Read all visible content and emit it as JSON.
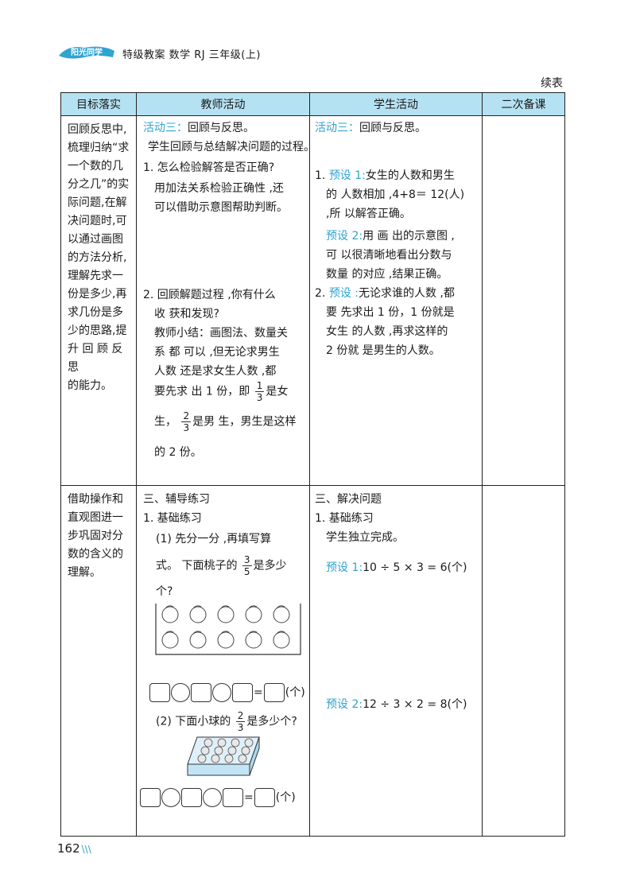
{
  "header": {
    "logo_text": "阳光同学",
    "title": "特级教案  数学  RJ 三年级(上)"
  },
  "continued_label": "续表",
  "table": {
    "headers": [
      "目标落实",
      "教师活动",
      "学生活动",
      "二次备课"
    ],
    "row1": {
      "goal_lines": [
        "回顾反思中,",
        "梳理归纳“求",
        "一个数的几",
        "分之几”的实",
        "际问题,在解",
        "决问题时,可",
        "以通过画图",
        "的方法分析,",
        "理解先求一",
        "份是多少,再",
        "求几份是多",
        "少的思路,提",
        "升  回 顾 反",
        "思",
        "的能力。"
      ],
      "teacher": {
        "activity_label": "活动三：",
        "activity_title": "回顾与反思。",
        "intro": "学生回顾与总结解决问题的过程。",
        "q1": "1. 怎么检验解答是否正确?",
        "q1_ans_1": "用加法关系检验正确性 ,还",
        "q1_ans_2": "可以借助示意图帮助判断。",
        "q2_1": "2. 回顾解题过程 ,你有什么",
        "q2_2": "收  获和发现?",
        "summary_1": "教师小结：画图法、数量关",
        "summary_2": "系  都 可以 ,但无论求男生",
        "summary_3": "人数  还是求女生人数 ,都",
        "summary_4a": "要先求  出  1 份，即",
        "frac1_n": "1",
        "frac1_d": "3",
        "summary_4b": "是女",
        "summary_5a": "生，",
        "frac2_n": "2",
        "frac2_d": "3",
        "summary_5b": "是男  生，男生是这样",
        "summary_6": "的  2 份。"
      },
      "student": {
        "activity_label": "活动三：",
        "activity_title": "回顾与反思。",
        "p1_num": "1.",
        "p1_label": "预设 1:",
        "p1_a": "女生的人数和男生",
        "p1_b": "的  人数相加 ,4+8＝ 12(人)",
        "p1_c": ",所 以解答正确。",
        "p2_label": "预设  2:",
        "p2_a": "用  画  出的示意图 ,",
        "p2_b": "可  以很清晰地看出分数与",
        "p2_c": "数量  的对应 ,结果正确。",
        "p3_num": "2.",
        "p3_label": "预设 :",
        "p3_a": "无论求谁的人数 ,都",
        "p3_b": "要  先求出  1 份，1 份就是",
        "p3_c": "女生  的人数 ,再求这样的",
        "p3_d": "2 份就  是男生的人数。"
      }
    },
    "row2": {
      "goal_lines": [
        "借助操作和",
        "直观图进一",
        "步巩固对分",
        "数的含义的",
        "理解。"
      ],
      "teacher": {
        "section": "三、辅导练习",
        "sub": "1. 基础练习",
        "item1_a": "(1) 先分一分 ,再填写算",
        "item1_b": "式。  下面桃子的",
        "frac_n": "3",
        "frac_d": "5",
        "item1_c": "是多少",
        "item1_d": "个?",
        "unit": "(个)",
        "eq_sign": "=",
        "item2_a": "(2) 下面小球的",
        "frac2_n": "2",
        "frac2_d": "3",
        "item2_b": "是多少个?"
      },
      "student": {
        "section": "三、解决问题",
        "sub": "1. 基础练习",
        "indep": "学生独立完成。",
        "p1_label": "预设 1:",
        "p1_eq": "10 ÷ 5 × 3 = 6(个)",
        "p2_label": "预设 2:",
        "p2_eq": "12 ÷ 3 × 2 = 8(个)"
      }
    }
  },
  "footer": {
    "page_number": "162",
    "slashes": "\\\\\\"
  },
  "colors": {
    "accent": "#2fa3d2",
    "header_bg": "#b5e2f3"
  }
}
